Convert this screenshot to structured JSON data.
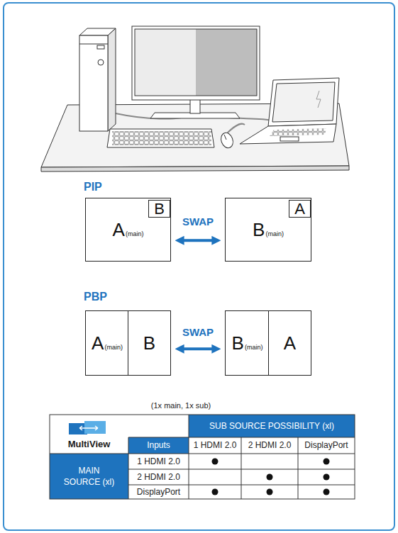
{
  "diagram": {
    "nodes": [
      {
        "text": [
          "A",
          "(main)"
        ]
      },
      {
        "text": [
          "B"
        ],
        "in": 0
      },
      {
        "text": [
          "B",
          "(main)"
        ]
      },
      {
        "text": [
          "A"
        ],
        "in": 2
      },
      {
        "text": [
          "A",
          "(main)"
        ]
      },
      {
        "text": [
          "B"
        ]
      },
      {
        "text": [
          "B",
          "(main)"
        ]
      },
      {
        "text": [
          "A"
        ]
      }
    ],
    "edges": [
      {
        "from": 0,
        "to": 2,
        "arrow": "both",
        "label": "SWAP"
      },
      {
        "from": 5,
        "to": 6,
        "arrow": "both",
        "label": "SWAP"
      }
    ],
    "labels": [
      "PIP",
      "PBP",
      "(1x main, 1x sub)",
      "MultiView",
      "SUB SOURCE POSSIBILITY (xl)",
      "Inputs",
      "1 HDMI 2.0",
      "2 HDMI 2.0",
      "DisplayPort",
      "MAIN SOURCE (xl)",
      "1 HDMI 2.0",
      "2 HDMI 2.0",
      "DisplayPort"
    ]
  }
}
